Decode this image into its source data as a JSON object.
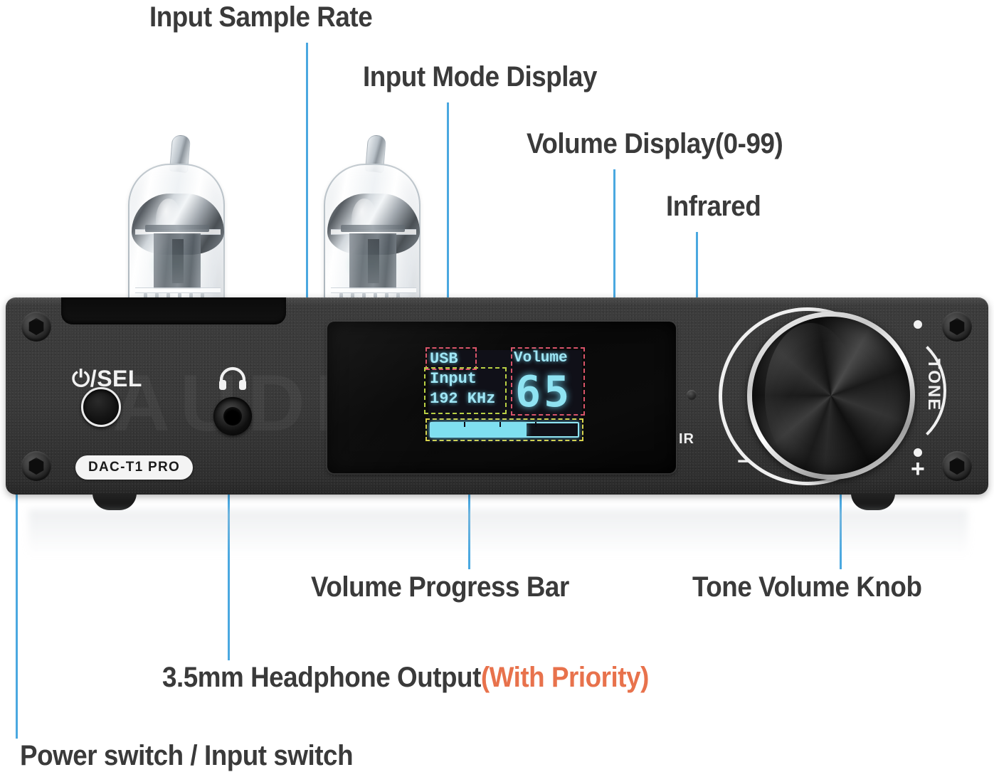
{
  "product": {
    "model_badge": "DAC-T1 PRO",
    "brand_watermark": "AUDIO",
    "power_button_label": "⏻/SEL",
    "headphone_icon_name": "headphone-icon",
    "ir_label": "IR",
    "tone_label": "TONE",
    "tone_minus": "−",
    "tone_plus": "+"
  },
  "display": {
    "input_mode": "USB",
    "input_word": "Input",
    "sample_rate": "192 KHz",
    "volume_caption": "Volume",
    "volume_value": "65",
    "volume_percent": 65,
    "glow_color": "#8fe3f2",
    "mode_box_color": "#d9546a",
    "rate_box_color": "#b8cf44",
    "bar_box_color": "#d8d24a"
  },
  "callouts": [
    {
      "id": "input-sample-rate",
      "text": "Input Sample Rate"
    },
    {
      "id": "input-mode-display",
      "text": "Input Mode Display"
    },
    {
      "id": "volume-display",
      "text": "Volume Display(0-99)"
    },
    {
      "id": "infrared",
      "text": "Infrared"
    },
    {
      "id": "volume-progress-bar",
      "text": "Volume Progress Bar"
    },
    {
      "id": "tone-volume-knob",
      "text": "Tone Volume Knob"
    },
    {
      "id": "headphone-output",
      "text": "3.5mm Headphone Output",
      "accent": "(With Priority)"
    },
    {
      "id": "power-input-switch",
      "text": "Power switch / Input switch"
    }
  ],
  "colors": {
    "leader_line": "#4aa8e0",
    "leader_dot": "#2196e8",
    "label_text": "#3a3a3a",
    "accent_text": "#e8724c",
    "chassis": "#3a3a3a"
  }
}
